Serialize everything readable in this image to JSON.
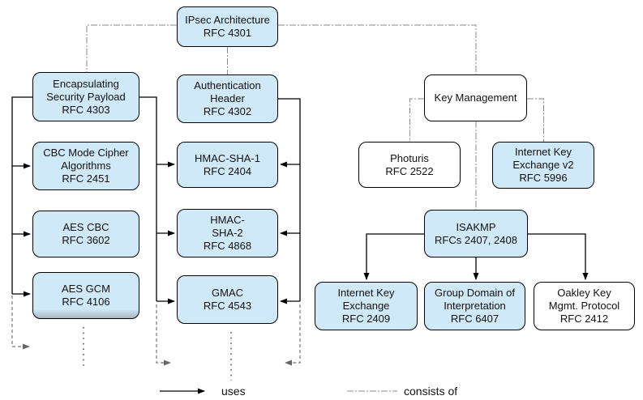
{
  "nodes": {
    "ipsec": "IPsec Architecture\nRFC 4301",
    "esp": "Encapsulating\nSecurity Payload\nRFC 4303",
    "cbc": "CBC Mode Cipher\nAlgorithms\nRFC 2451",
    "aes_cbc": "AES CBC\nRFC 3602",
    "aes_gcm": "AES GCM\nRFC 4106",
    "ah": "Authentication\nHeader\nRFC 4302",
    "hmac_sha1": "HMAC-SHA-1\nRFC 2404",
    "hmac_sha2": "HMAC-\nSHA-2\nRFC 4868",
    "gmac": "GMAC\nRFC 4543",
    "key_mgmt": "Key Management",
    "photuris": "Photuris\nRFC 2522",
    "ikev2": "Internet Key\nExchange v2\nRFC 5996",
    "isakmp": "ISAKMP\nRFCs 2407, 2408",
    "ike": "Internet Key\nExchange\nRFC 2409",
    "gdoi": "Group Domain of\nInterpretation\nRFC 6407",
    "oakley": "Oakley Key\nMgmt. Protocol\nRFC 2412"
  },
  "legend": {
    "uses": "uses",
    "consists_of": "consists of"
  },
  "colors": {
    "node_fill_blue": "#cfe9f8",
    "node_fill_white": "#ffffff",
    "line_black": "#000000",
    "line_gray": "#8a8a8a"
  }
}
